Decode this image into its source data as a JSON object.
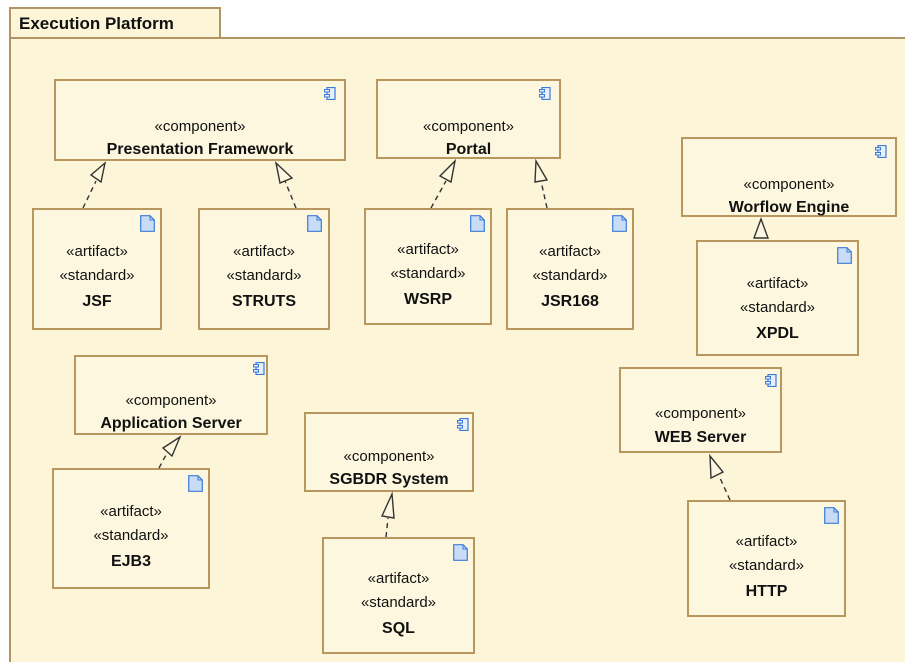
{
  "frame": {
    "title": "Execution Platform"
  },
  "colors": {
    "background": "#fcf5d8",
    "border": "#b8975f",
    "icon": "#3a7bd5"
  },
  "components": [
    {
      "id": "presentation",
      "stereotype": "«component»",
      "name": "Presentation Framework"
    },
    {
      "id": "portal",
      "stereotype": "«component»",
      "name": "Portal"
    },
    {
      "id": "workflow",
      "stereotype": "«component»",
      "name": "Worflow Engine"
    },
    {
      "id": "appserver",
      "stereotype": "«component»",
      "name": "Application Server"
    },
    {
      "id": "sgbdr",
      "stereotype": "«component»",
      "name": "SGBDR System"
    },
    {
      "id": "webserver",
      "stereotype": "«component»",
      "name": "WEB Server"
    }
  ],
  "artifacts": [
    {
      "id": "jsf",
      "stereotype1": "«artifact»",
      "stereotype2": "«standard»",
      "name": "JSF"
    },
    {
      "id": "struts",
      "stereotype1": "«artifact»",
      "stereotype2": "«standard»",
      "name": "STRUTS"
    },
    {
      "id": "wsrp",
      "stereotype1": "«artifact»",
      "stereotype2": "«standard»",
      "name": "WSRP"
    },
    {
      "id": "jsr168",
      "stereotype1": "«artifact»",
      "stereotype2": "«standard»",
      "name": "JSR168"
    },
    {
      "id": "xpdl",
      "stereotype1": "«artifact»",
      "stereotype2": "«standard»",
      "name": "XPDL"
    },
    {
      "id": "ejb3",
      "stereotype1": "«artifact»",
      "stereotype2": "«standard»",
      "name": "EJB3"
    },
    {
      "id": "sql",
      "stereotype1": "«artifact»",
      "stereotype2": "«standard»",
      "name": "SQL"
    },
    {
      "id": "http",
      "stereotype1": "«artifact»",
      "stereotype2": "«standard»",
      "name": "HTTP"
    }
  ],
  "realizations": [
    {
      "from": "jsf",
      "to": "presentation"
    },
    {
      "from": "struts",
      "to": "presentation"
    },
    {
      "from": "wsrp",
      "to": "portal"
    },
    {
      "from": "jsr168",
      "to": "portal"
    },
    {
      "from": "xpdl",
      "to": "workflow"
    },
    {
      "from": "ejb3",
      "to": "appserver"
    },
    {
      "from": "sql",
      "to": "sgbdr"
    },
    {
      "from": "http",
      "to": "webserver"
    }
  ]
}
